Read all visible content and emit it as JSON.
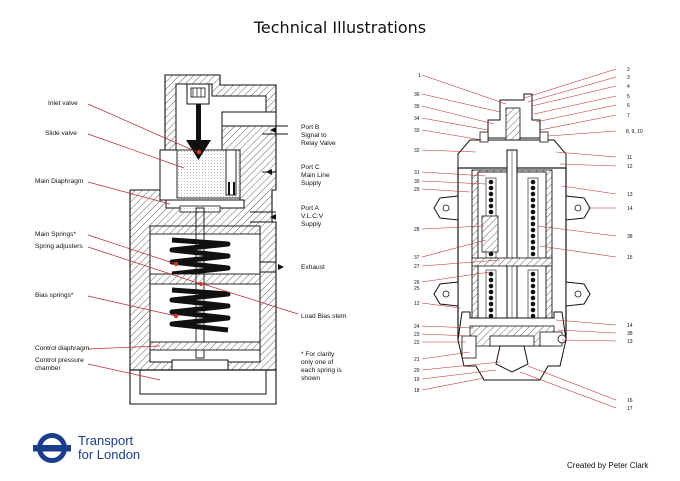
{
  "title": "Technical Illustrations",
  "left_labels": {
    "inlet_valve": "Inlet valve",
    "slide_valve": "Slide valve",
    "main_diaphragm": "Main Diaphragm",
    "main_springs": "Main Springs*",
    "spring_adjusters": "Spring adjusters",
    "bias_springs": "Bias springs*",
    "control_diaphragm": "Control diaphragm",
    "control_pressure_chamber_1": "Control pressure",
    "control_pressure_chamber_2": "chamber"
  },
  "right_labels": {
    "port_b_1": "Port B",
    "port_b_2": "Signal to",
    "port_b_3": "Relay Valve",
    "port_c_1": "Port C",
    "port_c_2": "Main Line",
    "port_c_3": "Supply",
    "port_a_1": "Port A",
    "port_a_2": "V.L.C.V",
    "port_a_3": "Supply",
    "exhaust": "Exhaust",
    "load_bias_stem": "Load Bias stem",
    "note_1": "* For clarity",
    "note_2": "only one of",
    "note_3": "each spring is",
    "note_4": "shown"
  },
  "part_numbers_left": [
    "1",
    "36",
    "35",
    "34",
    "33",
    "32",
    "31",
    "30",
    "29",
    "28",
    "37",
    "27",
    "26",
    "25",
    "12",
    "24",
    "23",
    "22",
    "21",
    "20",
    "19",
    "18"
  ],
  "part_numbers_right": [
    "2",
    "3",
    "4",
    "5",
    "6",
    "7",
    "8, 9, 10",
    "11",
    "12",
    "13",
    "14",
    "38",
    "15",
    "14",
    "38",
    "13",
    "16",
    "17"
  ],
  "logo": {
    "line1": "Transport",
    "line2": "for London",
    "brand_color": "#1a3e8c",
    "roundel_color": "#1a3e8c"
  },
  "credit": "Created by Peter Clark",
  "colors": {
    "leader": "#c0262d",
    "ink": "#111111",
    "marker": "#d23b22"
  }
}
